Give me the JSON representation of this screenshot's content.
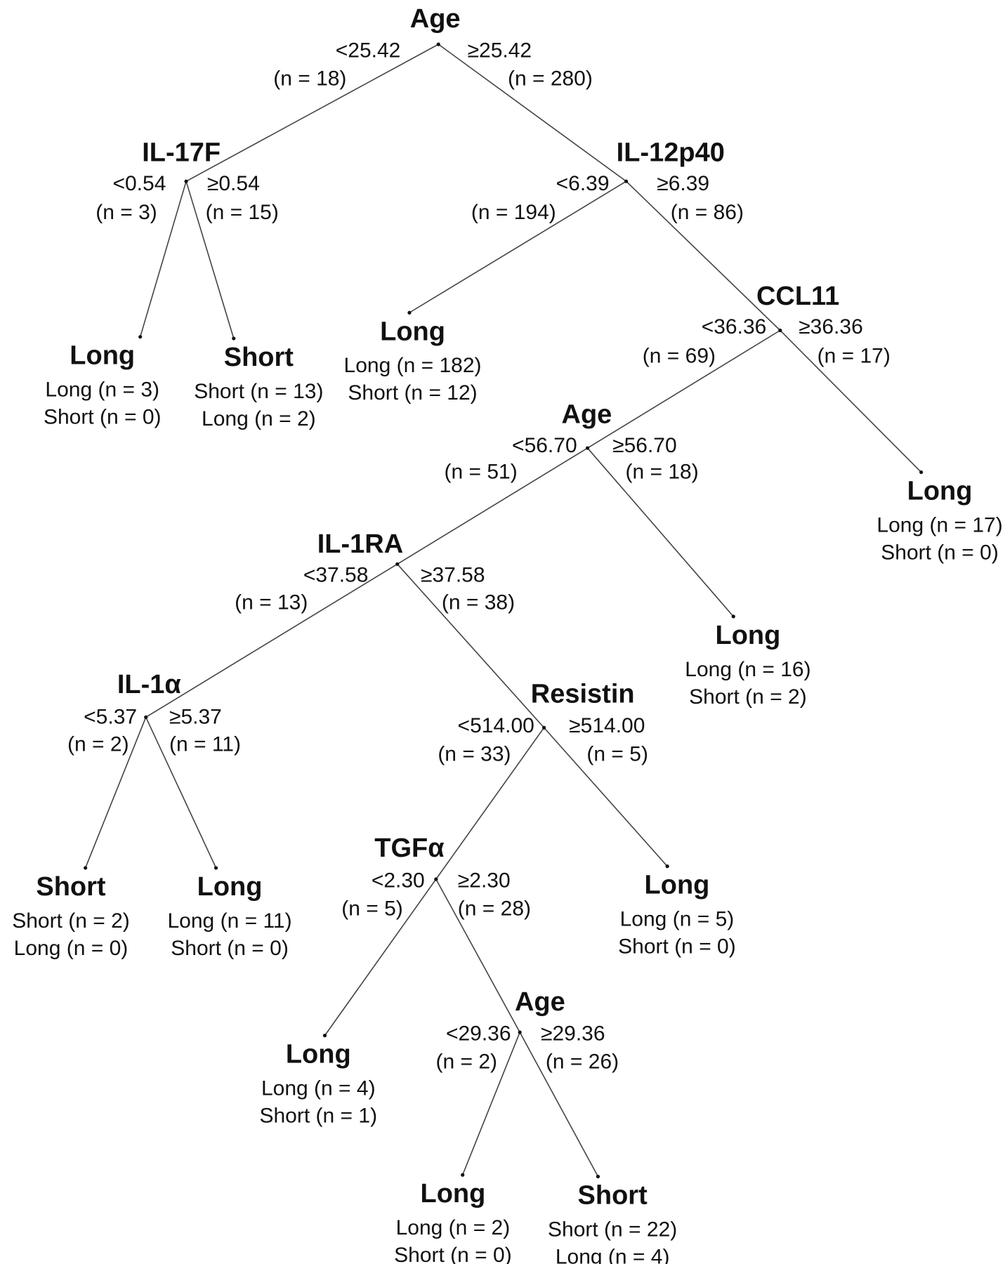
{
  "tree": {
    "nodes": [
      {
        "id": "n_age_root",
        "label": "Age",
        "left": {
          "threshold": "<25.42",
          "n": "(n = 18)"
        },
        "right": {
          "threshold": "≥25.42",
          "n": "(n = 280)"
        }
      },
      {
        "id": "n_il17f",
        "label": "IL-17F",
        "left": {
          "threshold": "<0.54",
          "n": "(n = 3)"
        },
        "right": {
          "threshold": "≥0.54",
          "n": "(n = 15)"
        }
      },
      {
        "id": "n_il12p40",
        "label": "IL-12p40",
        "left": {
          "threshold": "<6.39",
          "n": "(n = 194)"
        },
        "right": {
          "threshold": "≥6.39",
          "n": "(n = 86)"
        }
      },
      {
        "id": "n_ccl11",
        "label": "CCL11",
        "left": {
          "threshold": "<36.36",
          "n": "(n = 69)"
        },
        "right": {
          "threshold": "≥36.36",
          "n": "(n = 17)"
        }
      },
      {
        "id": "n_age2",
        "label": "Age",
        "left": {
          "threshold": "<56.70",
          "n": "(n = 51)"
        },
        "right": {
          "threshold": "≥56.70",
          "n": "(n = 18)"
        }
      },
      {
        "id": "n_il1ra",
        "label": "IL-1RA",
        "left": {
          "threshold": "<37.58",
          "n": "(n = 13)"
        },
        "right": {
          "threshold": "≥37.58",
          "n": "(n = 38)"
        }
      },
      {
        "id": "n_il1a",
        "label": "IL-1α",
        "left": {
          "threshold": "<5.37",
          "n": "(n = 2)"
        },
        "right": {
          "threshold": "≥5.37",
          "n": "(n = 11)"
        }
      },
      {
        "id": "n_resistin",
        "label": "Resistin",
        "left": {
          "threshold": "<514.00",
          "n": "(n = 33)"
        },
        "right": {
          "threshold": "≥514.00",
          "n": "(n = 5)"
        }
      },
      {
        "id": "n_tgfa",
        "label": "TGFα",
        "left": {
          "threshold": "<2.30",
          "n": "(n = 5)"
        },
        "right": {
          "threshold": "≥2.30",
          "n": "(n = 28)"
        }
      },
      {
        "id": "n_age3",
        "label": "Age",
        "left": {
          "threshold": "<29.36",
          "n": "(n = 2)"
        },
        "right": {
          "threshold": "≥29.36",
          "n": "(n = 26)"
        }
      }
    ],
    "leaves": [
      {
        "id": "l1",
        "class": "Long",
        "line1": "Long (n = 3)",
        "line2": "Short (n = 0)"
      },
      {
        "id": "l2",
        "class": "Short",
        "line1": "Short (n = 13)",
        "line2": "Long (n = 2)"
      },
      {
        "id": "l3",
        "class": "Long",
        "line1": "Long (n = 182)",
        "line2": "Short (n = 12)"
      },
      {
        "id": "l4",
        "class": "Long",
        "line1": "Long (n = 17)",
        "line2": "Short (n = 0)"
      },
      {
        "id": "l5",
        "class": "Long",
        "line1": "Long (n = 16)",
        "line2": "Short (n = 2)"
      },
      {
        "id": "l6",
        "class": "Short",
        "line1": "Short (n = 2)",
        "line2": "Long (n = 0)"
      },
      {
        "id": "l7",
        "class": "Long",
        "line1": "Long (n = 11)",
        "line2": "Short (n = 0)"
      },
      {
        "id": "l8",
        "class": "Long",
        "line1": "Long (n = 5)",
        "line2": "Short (n = 0)"
      },
      {
        "id": "l9",
        "class": "Long",
        "line1": "Long (n = 4)",
        "line2": "Short (n = 1)"
      },
      {
        "id": "l10",
        "class": "Long",
        "line1": "Long (n = 2)",
        "line2": "Short (n = 0)"
      },
      {
        "id": "l11",
        "class": "Short",
        "line1": "Short (n = 22)",
        "line2": "Long (n = 4)"
      }
    ]
  }
}
